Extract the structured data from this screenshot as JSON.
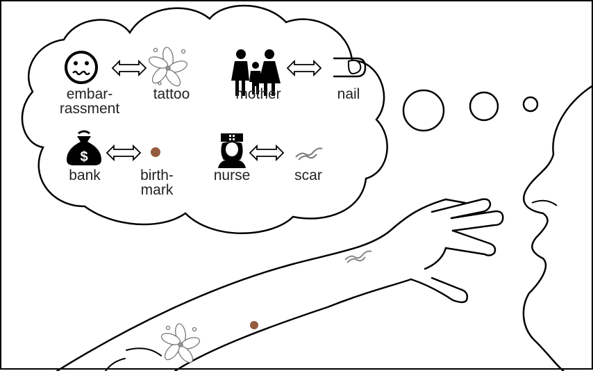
{
  "associations": [
    {
      "cue": {
        "label_lines": [
          "embar-",
          "rassment"
        ],
        "icon": "embarrassed-face-icon"
      },
      "target": {
        "label_lines": [
          "tattoo"
        ],
        "icon": "tattoo-flower-icon"
      }
    },
    {
      "cue": {
        "label_lines": [
          "mother"
        ],
        "icon": "family-icon"
      },
      "target": {
        "label_lines": [
          "nail"
        ],
        "icon": "fingernail-icon"
      }
    },
    {
      "cue": {
        "label_lines": [
          "bank"
        ],
        "icon": "money-bag-icon"
      },
      "target": {
        "label_lines": [
          "birth-",
          "mark"
        ],
        "icon": "birthmark-icon"
      }
    },
    {
      "cue": {
        "label_lines": [
          "nurse"
        ],
        "icon": "nurse-icon"
      },
      "target": {
        "label_lines": [
          "scar"
        ],
        "icon": "scar-icon"
      }
    }
  ],
  "colors": {
    "line": "#000000",
    "birthmark": "#8a4a2a",
    "text": "#222222"
  }
}
